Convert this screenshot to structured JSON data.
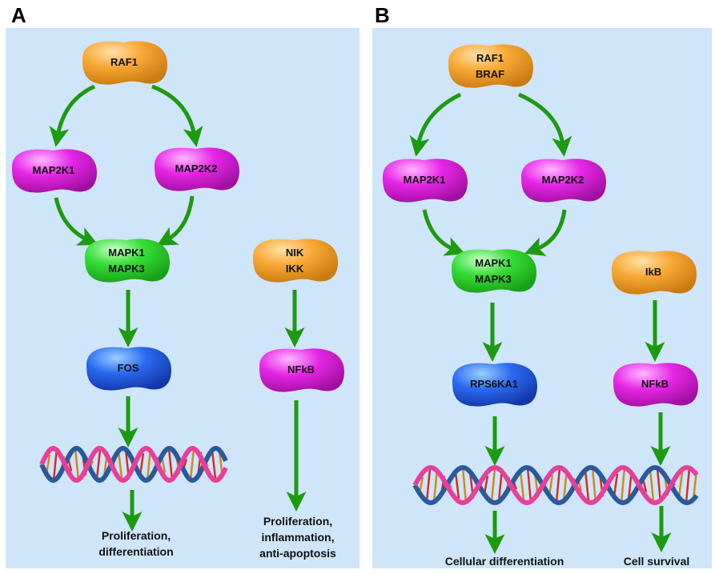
{
  "panels": [
    {
      "letter": "A",
      "nodes": {
        "raf1": [
          "RAF1"
        ],
        "map2k1": [
          "MAP2K1"
        ],
        "map2k2": [
          "MAP2K2"
        ],
        "mapk": [
          "MAPK1",
          "MAPK3"
        ],
        "nik_ikk": [
          "NIK",
          "IKK"
        ],
        "fos": [
          "FOS"
        ],
        "nfkb": [
          "NFkB"
        ]
      },
      "outcomes": {
        "left": [
          "Proliferation,",
          "differentiation"
        ],
        "right": [
          "Proliferation,",
          "inflammation,",
          "anti-apoptosis"
        ]
      }
    },
    {
      "letter": "B",
      "nodes": {
        "raf_braf": [
          "RAF1",
          "BRAF"
        ],
        "map2k1": [
          "MAP2K1"
        ],
        "map2k2": [
          "MAP2K2"
        ],
        "mapk": [
          "MAPK1",
          "MAPK3"
        ],
        "ikb": [
          "IkB"
        ],
        "rps6ka1": [
          "RPS6KA1"
        ],
        "nfkb": [
          "NFkB"
        ]
      },
      "outcomes": {
        "left": [
          "Cellular differentiation"
        ],
        "right": [
          "Cell survival"
        ]
      }
    }
  ],
  "colors": {
    "panel_bg": "#cfe5fa",
    "arrow": "#1e9a10",
    "orange": "#f7a733",
    "magenta": "#e626e6",
    "green": "#35dc35",
    "blue": "#2a6af0",
    "dna_blue": "#2a5a9a",
    "dna_pink": "#e8409a"
  }
}
